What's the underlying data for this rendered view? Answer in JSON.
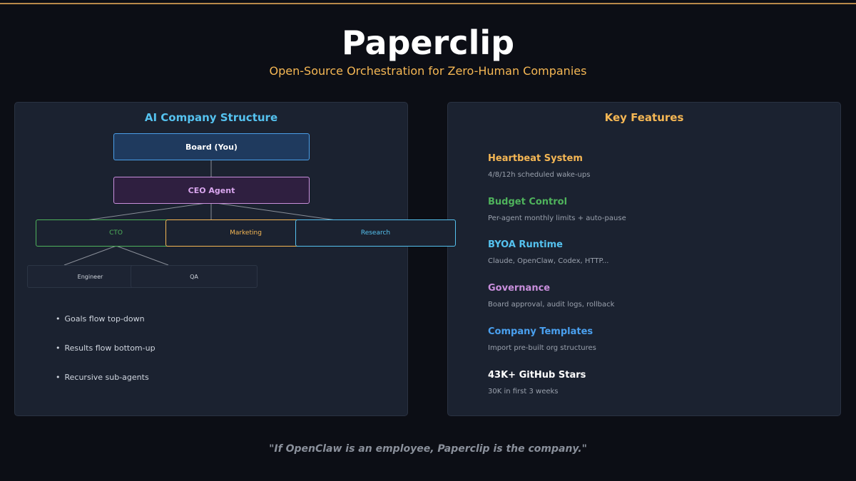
{
  "header": {
    "title": "Paperclip",
    "subtitle": "Open-Source Orchestration for Zero-Human Companies"
  },
  "structure": {
    "title": "AI Company Structure",
    "board": "Board (You)",
    "ceo": "CEO Agent",
    "departments": [
      "CTO",
      "Marketing",
      "Research"
    ],
    "sub_agents": [
      "Engineer",
      "QA"
    ],
    "bullets": [
      "Goals flow top-down",
      "Results flow bottom-up",
      "Recursive sub-agents"
    ]
  },
  "features": {
    "title": "Key Features",
    "items": [
      {
        "name": "Heartbeat System",
        "desc": "4/8/12h scheduled wake-ups",
        "color": "#f5b754"
      },
      {
        "name": "Budget Control",
        "desc": "Per-agent monthly limits + auto-pause",
        "color": "#4fb35c"
      },
      {
        "name": "BYOA Runtime",
        "desc": "Claude, OpenClaw, Codex, HTTP...",
        "color": "#55c2ef"
      },
      {
        "name": "Governance",
        "desc": "Board approval, audit logs, rollback",
        "color": "#c98fdc"
      },
      {
        "name": "Company Templates",
        "desc": "Import pre-built org structures",
        "color": "#4aa0ef"
      },
      {
        "name": "43K+ GitHub Stars",
        "desc": "30K in first 3 weeks",
        "color": "#ffffff"
      }
    ]
  },
  "footer": {
    "quote": "\"If OpenClaw is an employee, Paperclip is the company.\""
  },
  "colors": {
    "accent_line": "#b8894a",
    "structure_title": "#55c2ef",
    "features_title": "#f5b754",
    "board": "#4a9ee8",
    "ceo": "#c98fdc",
    "cto": "#4fb35c",
    "marketing": "#f5b754",
    "research": "#55c2ef"
  }
}
